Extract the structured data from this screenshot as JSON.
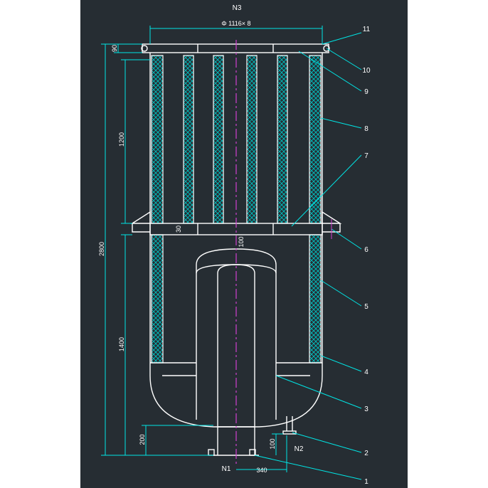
{
  "colors": {
    "background": "#262d33",
    "outline": "#ffffff",
    "dimension": "#00e5e5",
    "centerline": "#d040d0",
    "hatch": "#00c8c8",
    "text": "#ffffff"
  },
  "nozzles": {
    "top": "N3",
    "bottom_left": "N1",
    "bottom_right": "N2"
  },
  "dimensions": {
    "overall_width": "Φ 1116× 8",
    "flange": "90",
    "upper_section": "1200",
    "total_height": "2800",
    "lower_section": "1400",
    "support_height": "200",
    "nozzle_height": "100",
    "gap": "30",
    "head": "100",
    "offset": "340"
  },
  "part_labels": [
    "1",
    "2",
    "3",
    "4",
    "5",
    "6",
    "7",
    "8",
    "9",
    "10",
    "11"
  ]
}
